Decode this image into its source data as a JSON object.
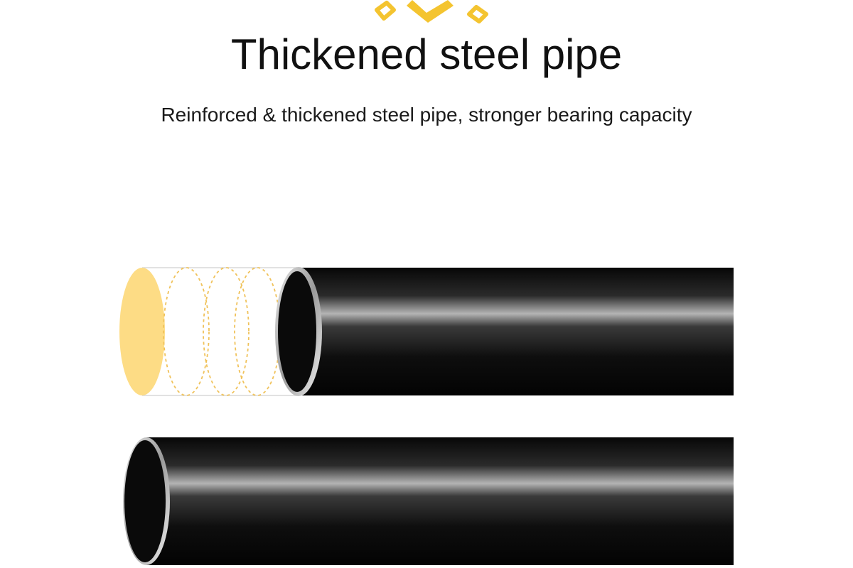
{
  "header": {
    "title": "Thickened steel pipe",
    "subtitle": "Reinforced & thickened steel pipe, stronger bearing capacity",
    "logo_icon": "yellow-chain-links-icon"
  },
  "colors": {
    "accent_yellow": "#f4c430",
    "fill_yellow": "#fddc85",
    "pipe_dark": "#0b0b0b",
    "background": "#ffffff"
  },
  "illustration": {
    "pipes": [
      {
        "name": "thickened-pipe",
        "icon": "thickened-pipe-icon"
      },
      {
        "name": "standard-pipe",
        "icon": "standard-pipe-icon"
      }
    ]
  }
}
